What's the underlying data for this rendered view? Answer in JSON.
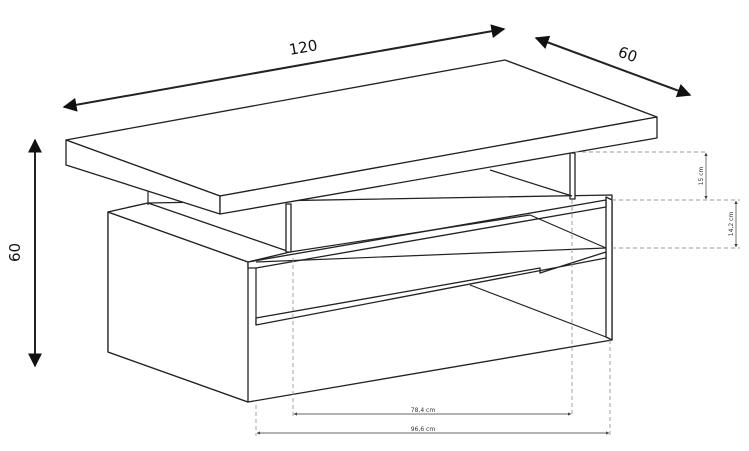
{
  "dimensions": {
    "length": "120",
    "depth": "60",
    "height": "60",
    "top_gap": "15 cm",
    "shelf_gap": "14,2 cm",
    "inner_width": "78,4 cm",
    "outer_width": "96,6 cm"
  },
  "colors": {
    "line": "#222222",
    "dim": "#999999"
  }
}
